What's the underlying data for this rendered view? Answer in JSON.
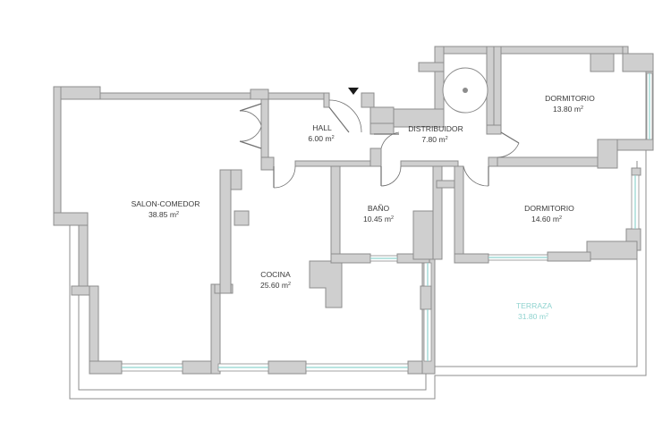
{
  "colors": {
    "wall": "#cfcfcf",
    "wall_outline": "#8c8c8c",
    "glass": "#8fd3cf",
    "text": "#3a3a3a",
    "terrace_text": "#8fd3cf"
  },
  "rooms": [
    {
      "id": "salon",
      "name": "SALON-COMEDOR",
      "area": "38.85 m",
      "unit_sup": "2"
    },
    {
      "id": "hall",
      "name": "HALL",
      "area": "6.00 m",
      "unit_sup": "2"
    },
    {
      "id": "distribuidor",
      "name": "DISTRIBUIDOR",
      "area": "7.80 m",
      "unit_sup": "2"
    },
    {
      "id": "dormitorio1",
      "name": "DORMITORIO",
      "area": "13.80 m",
      "unit_sup": "2"
    },
    {
      "id": "dormitorio2",
      "name": "DORMITORIO",
      "area": "14.60 m",
      "unit_sup": "2"
    },
    {
      "id": "bano",
      "name": "BAÑO",
      "area": "10.45 m",
      "unit_sup": "2"
    },
    {
      "id": "cocina",
      "name": "COCINA",
      "area": "25.60 m",
      "unit_sup": "2"
    },
    {
      "id": "terraza",
      "name": "TERRAZA",
      "area": "31.80 m",
      "unit_sup": "2"
    }
  ],
  "icons": {
    "entrance": "entrance-arrow-icon",
    "shower": "round-shower-icon"
  }
}
